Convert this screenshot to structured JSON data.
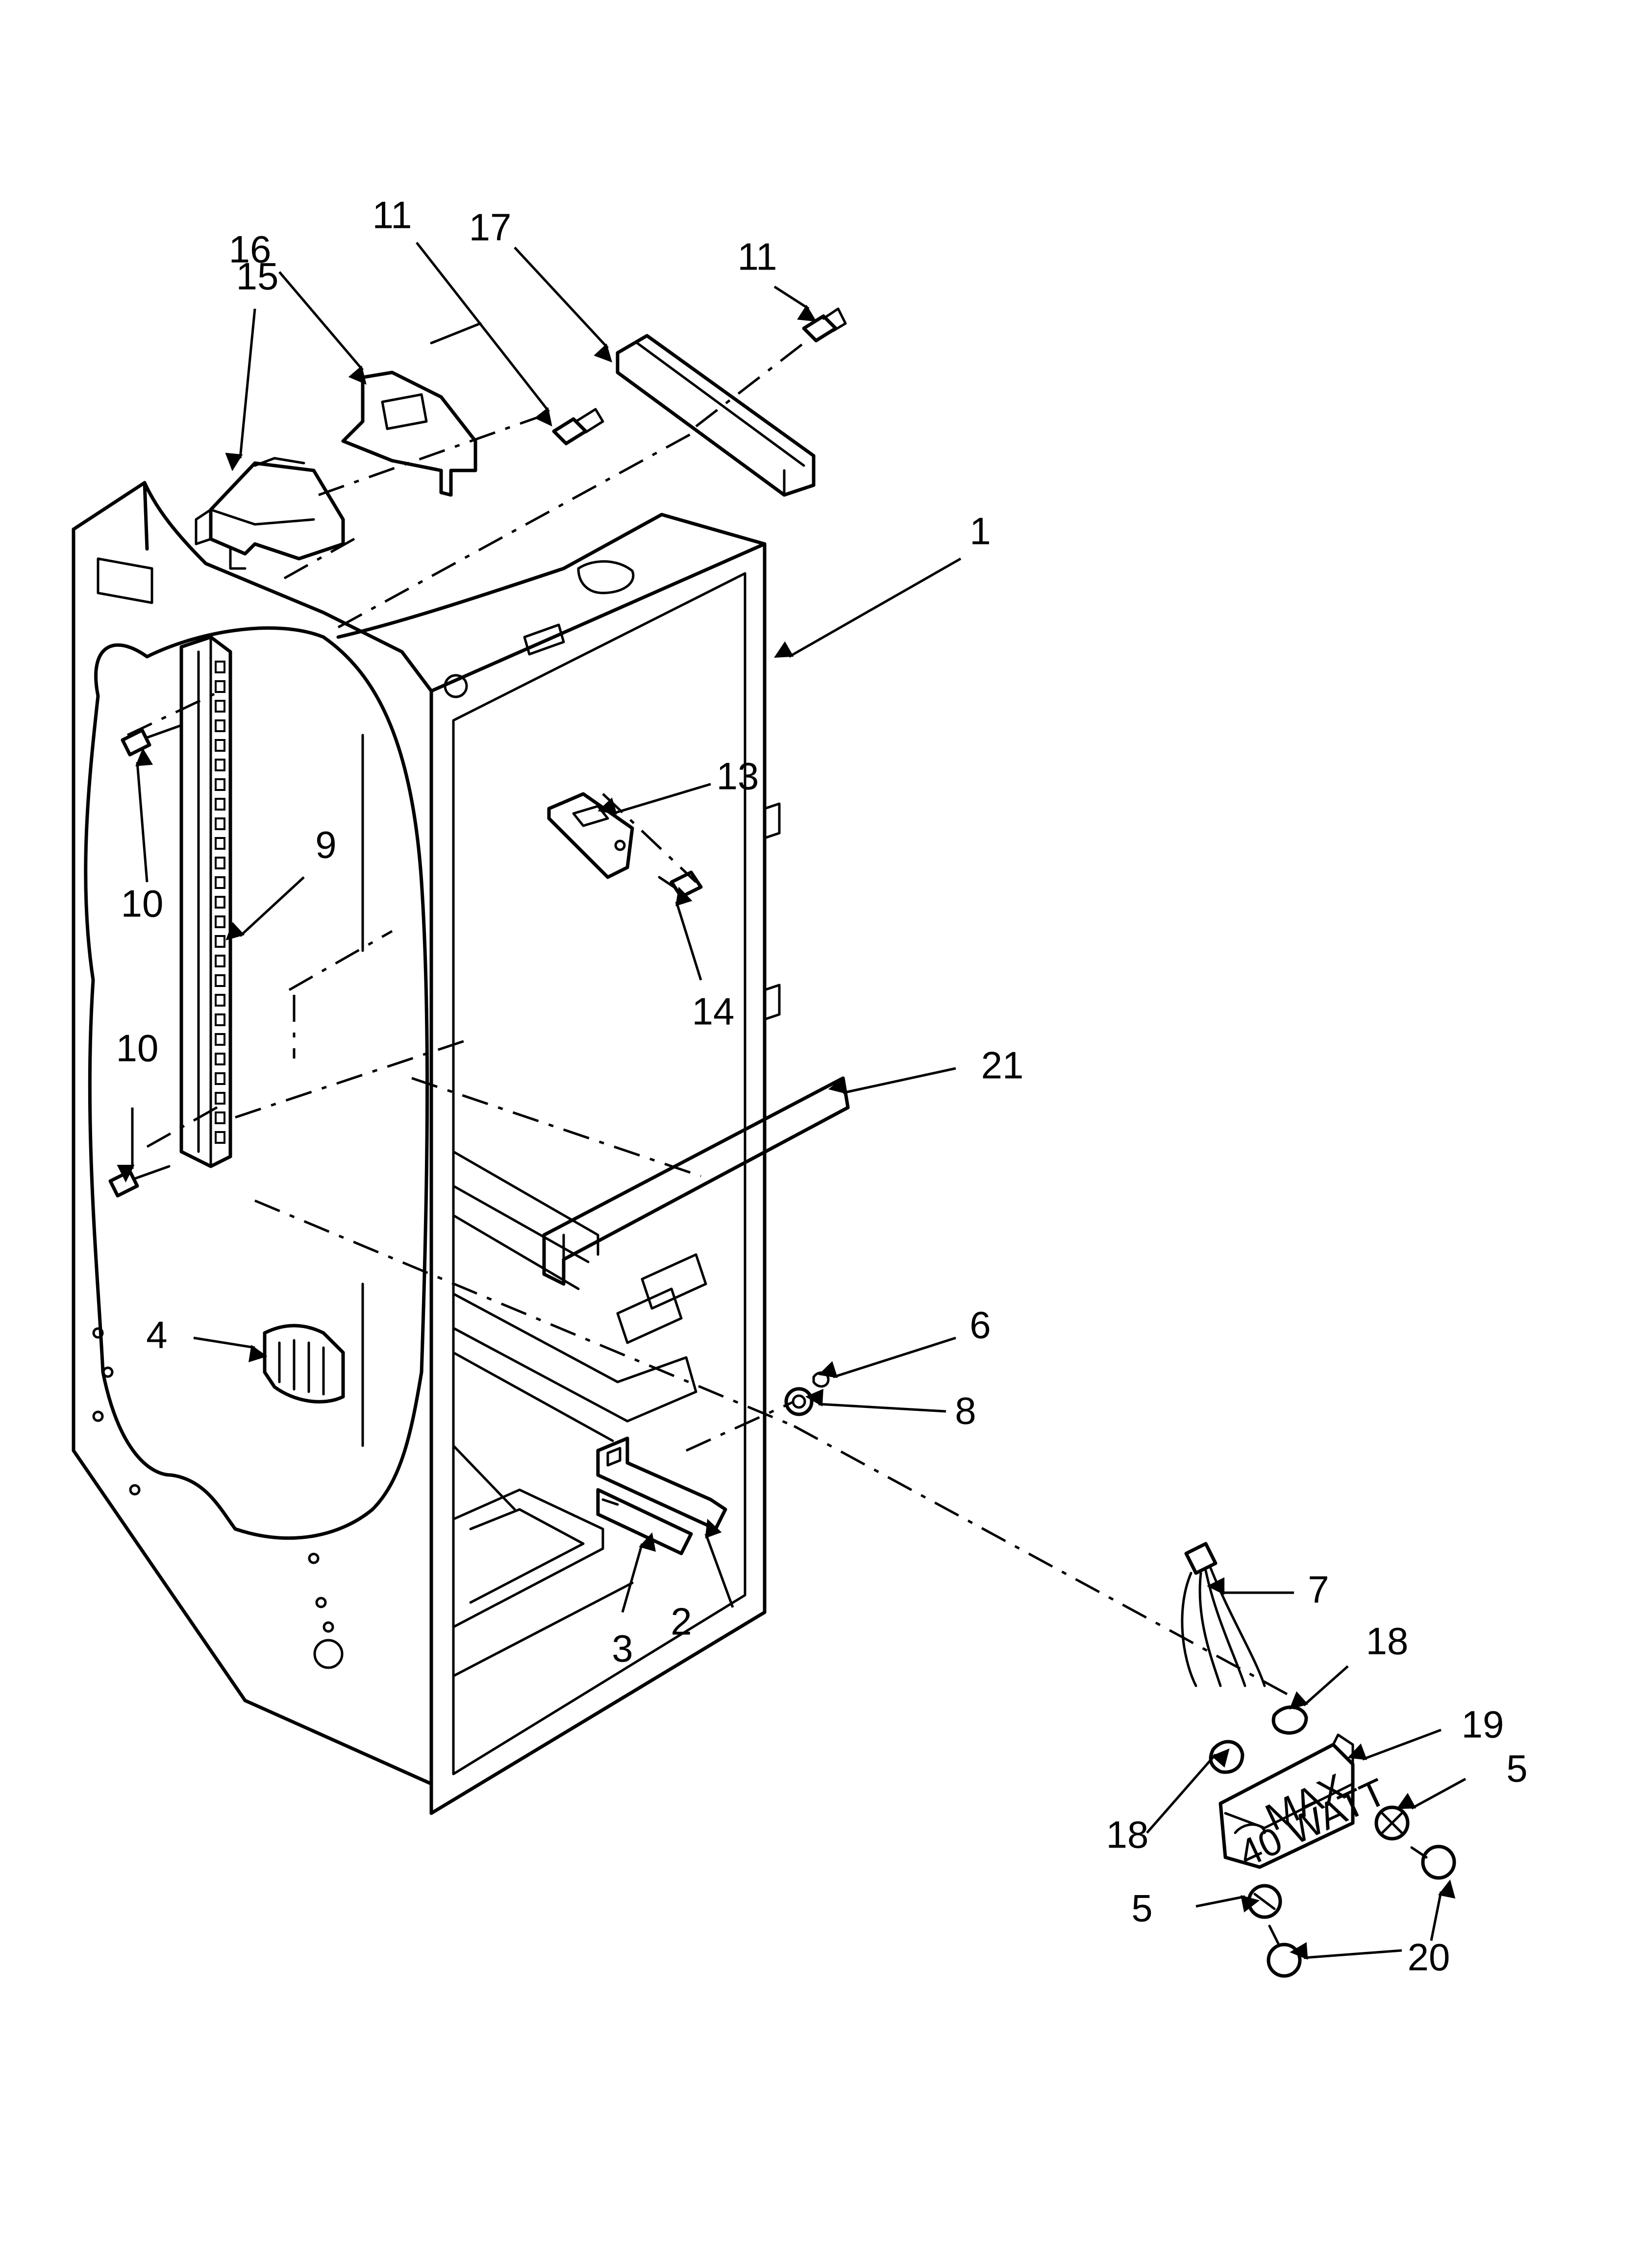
{
  "callouts": [
    {
      "id": "c1",
      "text": "1"
    },
    {
      "id": "c2",
      "text": "2"
    },
    {
      "id": "c3",
      "text": "3"
    },
    {
      "id": "c4",
      "text": "4"
    },
    {
      "id": "c5a",
      "text": "5"
    },
    {
      "id": "c5b",
      "text": "5"
    },
    {
      "id": "c6",
      "text": "6"
    },
    {
      "id": "c7",
      "text": "7"
    },
    {
      "id": "c8",
      "text": "8"
    },
    {
      "id": "c9",
      "text": "9"
    },
    {
      "id": "c10a",
      "text": "10"
    },
    {
      "id": "c10b",
      "text": "10"
    },
    {
      "id": "c11a",
      "text": "11"
    },
    {
      "id": "c11b",
      "text": "11"
    },
    {
      "id": "c13",
      "text": "13"
    },
    {
      "id": "c14",
      "text": "14"
    },
    {
      "id": "c15",
      "text": "15"
    },
    {
      "id": "c16",
      "text": "16"
    },
    {
      "id": "c17",
      "text": "17"
    },
    {
      "id": "c18a",
      "text": "18"
    },
    {
      "id": "c18b",
      "text": "18"
    },
    {
      "id": "c19",
      "text": "19"
    },
    {
      "id": "c20",
      "text": "20"
    },
    {
      "id": "c21",
      "text": "21"
    }
  ],
  "light_housing": {
    "line1": "MAX",
    "line2": "40 WATT"
  },
  "colors": {
    "ink": "#000000",
    "paper": "#ffffff"
  }
}
